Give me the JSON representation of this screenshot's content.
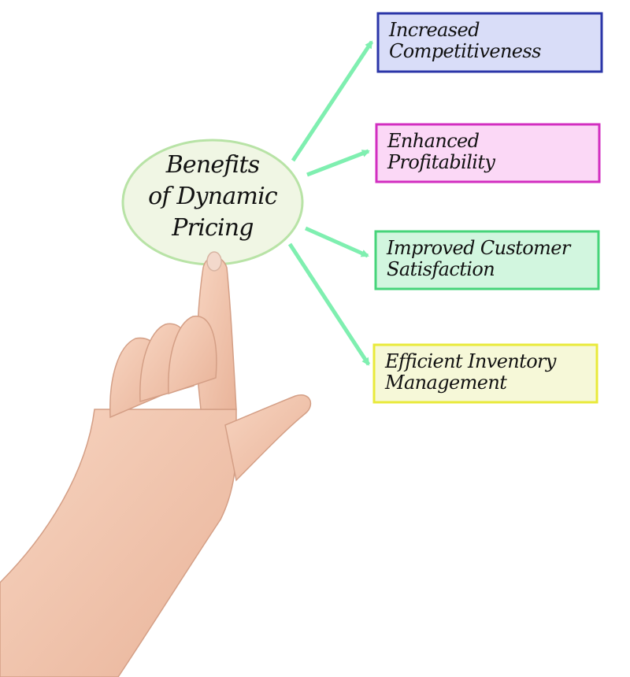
{
  "diagram": {
    "center": {
      "lines": [
        "Benefits",
        "of Dynamic",
        "Pricing"
      ],
      "fill": "#f0f6e4",
      "stroke": "#b8e3a6"
    },
    "arrow_color": "#7fefb0",
    "benefits": [
      {
        "lines": [
          "Increased",
          "Competitiveness"
        ],
        "fill": "#d9ddf8",
        "stroke": "#2b36a8"
      },
      {
        "lines": [
          "Enhanced",
          "Profitability"
        ],
        "fill": "#fbd8f6",
        "stroke": "#d22ec0"
      },
      {
        "lines": [
          "Improved Customer",
          "Satisfaction"
        ],
        "fill": "#d2f6df",
        "stroke": "#46d47a"
      },
      {
        "lines": [
          "Efficient Inventory",
          "Management"
        ],
        "fill": "#f6f8d8",
        "stroke": "#e9ea3a"
      }
    ]
  }
}
